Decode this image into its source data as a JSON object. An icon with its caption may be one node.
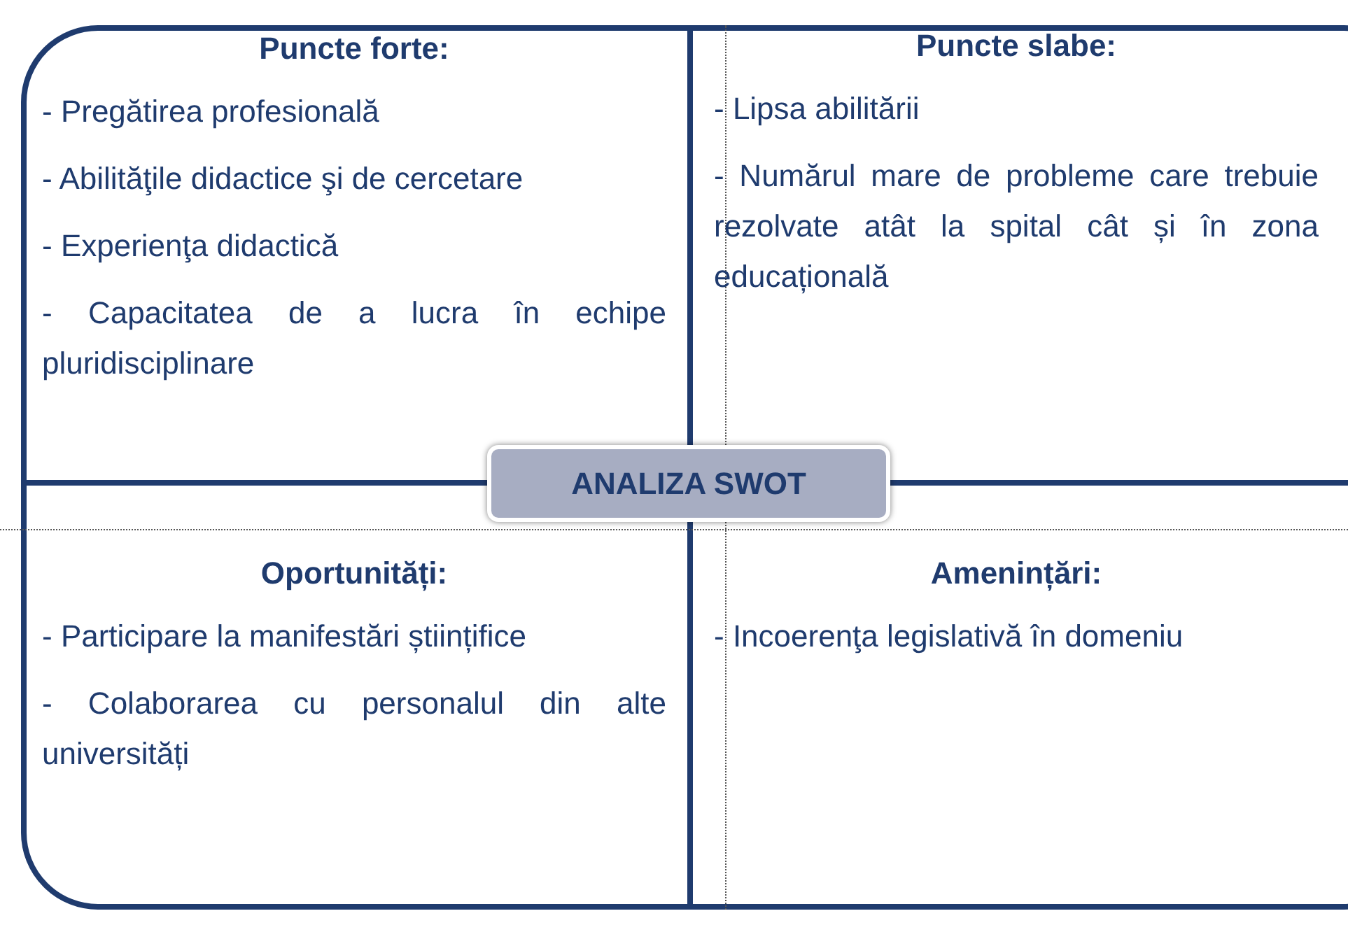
{
  "diagram": {
    "nodes": [
      {
        "text": [
          "Puncte forte:",
          "- Pregătirea profesională",
          "- Abilităţile didactice şi de cercetare",
          "- Experienţa didactică",
          "- Capacitatea de a lucra în echipe pluridisciplinare"
        ]
      },
      {
        "text": [
          "Puncte slabe:",
          "- Lipsa abilitării",
          "- Numărul mare de probleme care trebuie rezolvate atât la spital cât și în zona educațională"
        ]
      },
      {
        "text": [
          "ANALIZA SWOT"
        ]
      },
      {
        "text": [
          "Oportunități:",
          "- Participare la manifestări științifice",
          "- Colaborarea cu personalul din alte universități"
        ]
      },
      {
        "text": [
          "Amenințări:",
          "- Incoerenţa legislativă în domeniu"
        ]
      }
    ],
    "edges": []
  }
}
